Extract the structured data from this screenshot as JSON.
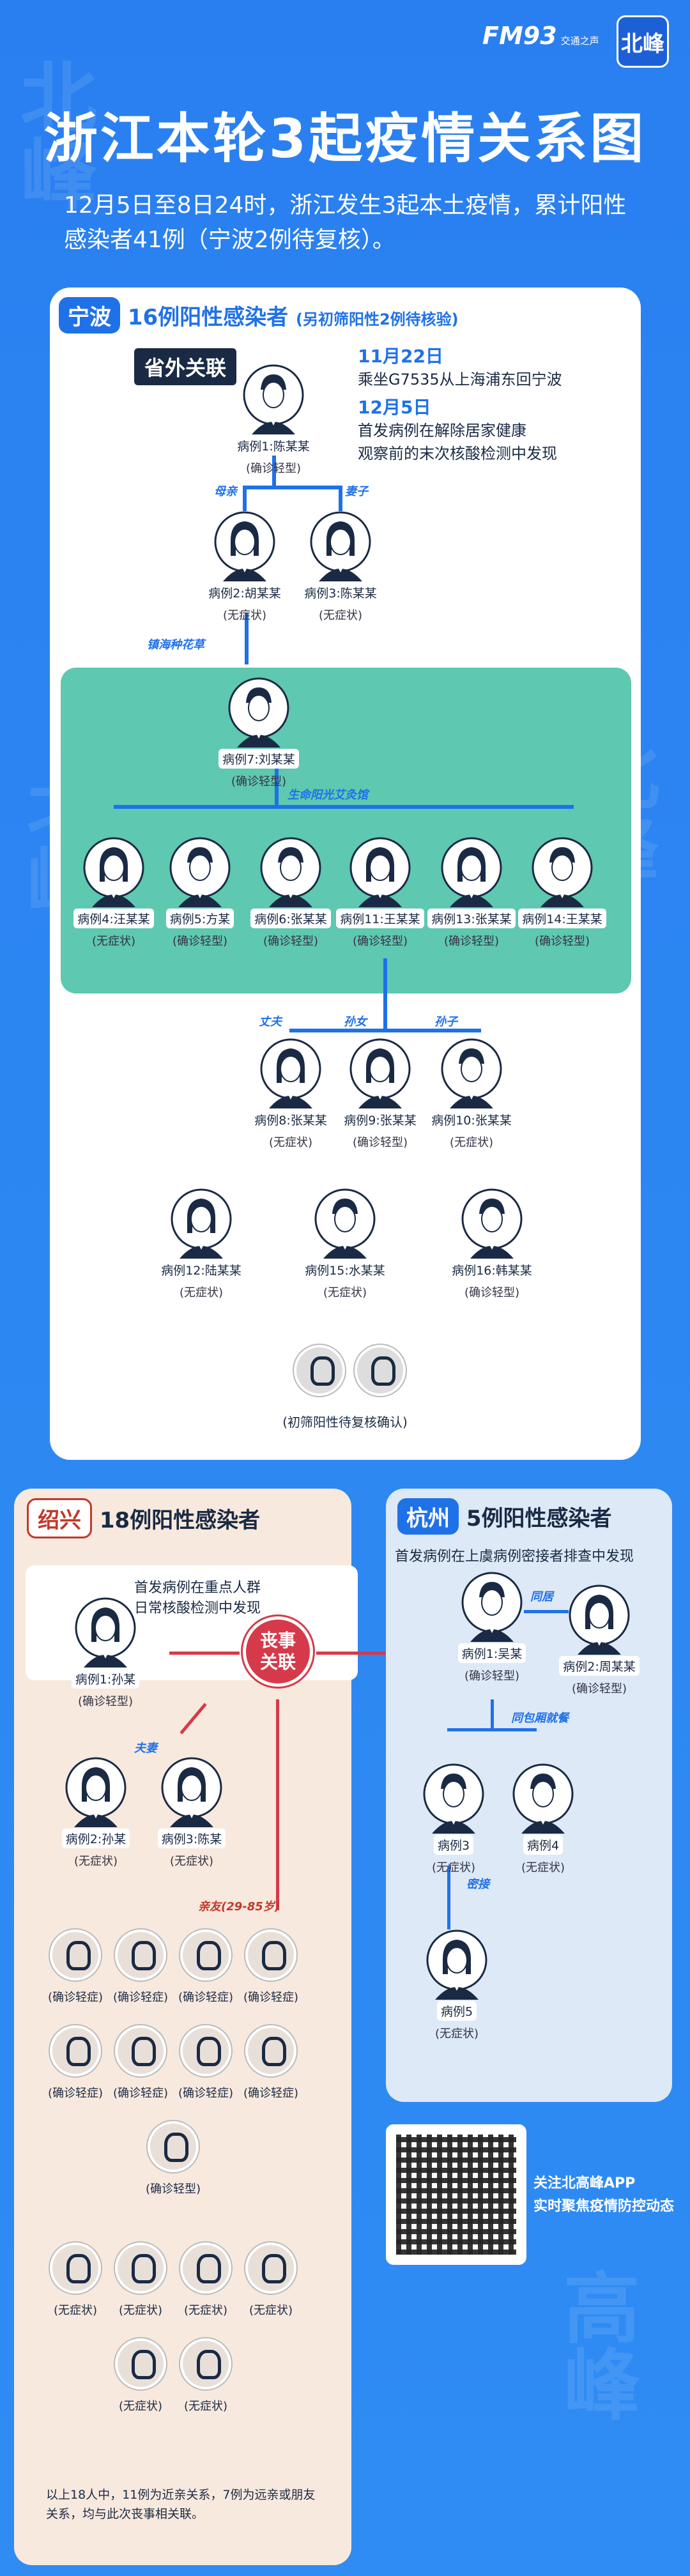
{
  "header": {
    "brand": "FM93",
    "brand_sub": "交通之声",
    "badge": "北峰",
    "title": "浙江本轮3起疫情关系图",
    "subtitle": "12月5日至8日24时，浙江发生3起本土疫情，累计阳性感染者41例（宁波2例待复核）。"
  },
  "ningbo": {
    "tag": "宁波",
    "title": "16例阳性感染者",
    "note": "(另初筛阳性2例待核验)",
    "origin": "省外关联",
    "date1": "11月22日",
    "text1": "乘坐G7535从上海浦东回宁波",
    "date2": "12月5日",
    "text2a": "首发病例在解除居家健康",
    "text2b": "观察前的末次核酸检测中发现",
    "rel_mother": "母亲",
    "rel_wife": "妻子",
    "rel_place": "镇海种花草",
    "rel_venue": "生命阳光艾灸馆",
    "rel_husband": "丈夫",
    "rel_grandson": "孙女",
    "rel_grandson2": "孙子",
    "people": [
      {
        "label": "病例1:陈某某",
        "status": "(确诊轻型)"
      },
      {
        "label": "病例2:胡某某",
        "status": "(无症状)"
      },
      {
        "label": "病例3:陈某某",
        "status": "(无症状)"
      },
      {
        "label": "病例7:刘某某",
        "status": "(确诊轻型)"
      },
      {
        "label": "病例4:汪某某",
        "status": "(无症状)"
      },
      {
        "label": "病例5:方某",
        "status": "(确诊轻型)"
      },
      {
        "label": "病例6:张某某",
        "status": "(确诊轻型)"
      },
      {
        "label": "病例11:王某某",
        "status": "(确诊轻型)"
      },
      {
        "label": "病例13:张某某",
        "status": "(确诊轻型)"
      },
      {
        "label": "病例14:王某某",
        "status": "(确诊轻型)"
      },
      {
        "label": "病例8:张某某",
        "status": "(无症状)"
      },
      {
        "label": "病例9:张某某",
        "status": "(确诊轻型)"
      },
      {
        "label": "病例10:张某某",
        "status": "(无症状)"
      },
      {
        "label": "病例12:陆某某",
        "status": "(无症状)"
      },
      {
        "label": "病例15:水某某",
        "status": "(无症状)"
      },
      {
        "label": "病例16:韩某某",
        "status": "(确诊轻型)"
      }
    ],
    "pending": "(初筛阳性待复核确认)"
  },
  "shaoxing": {
    "tag": "绍兴",
    "title": "18例阳性感染者",
    "note1": "首发病例在重点人群",
    "note2": "日常核酸检测中发现",
    "center": "丧事关联",
    "rel_couple": "夫妻",
    "rel_relatives": "亲友(29-85岁)",
    "people": [
      {
        "label": "病例1:孙某",
        "status": "(确诊轻型)"
      },
      {
        "label": "病例2:孙某",
        "status": "(无症状)"
      },
      {
        "label": "病例3:陈某",
        "status": "(无症状)"
      }
    ],
    "grid": [
      "(确诊轻症)",
      "(确诊轻症)",
      "(确诊轻症)",
      "(确诊轻症)",
      "(确诊轻症)",
      "(确诊轻症)",
      "(确诊轻症)",
      "(确诊轻症)",
      "(确诊轻型)",
      "(无症状)",
      "(无症状)",
      "(无症状)",
      "(无症状)",
      "(无症状)",
      "(无症状)"
    ],
    "footer": "以上18人中，11例为近亲关系，7例为远亲或朋友关系，均与此次丧事相关联。"
  },
  "hangzhou": {
    "tag": "杭州",
    "title": "5例阳性感染者",
    "note": "首发病例在上虞病例密接者排查中发现",
    "rel_same": "同居",
    "rel_same_building": "同包厢就餐",
    "rel_close": "密接",
    "people": [
      {
        "label": "病例1:吴某",
        "status": "(确诊轻型)"
      },
      {
        "label": "病例2:周某某",
        "status": "(确诊轻型)"
      },
      {
        "label": "病例3",
        "status": "(无症状)"
      },
      {
        "label": "病例4",
        "status": "(无症状)"
      },
      {
        "label": "病例5",
        "status": "(无症状)"
      }
    ]
  },
  "qr": {
    "line1": "关注北高峰APP",
    "line2": "实时聚焦疫情防控动态"
  }
}
